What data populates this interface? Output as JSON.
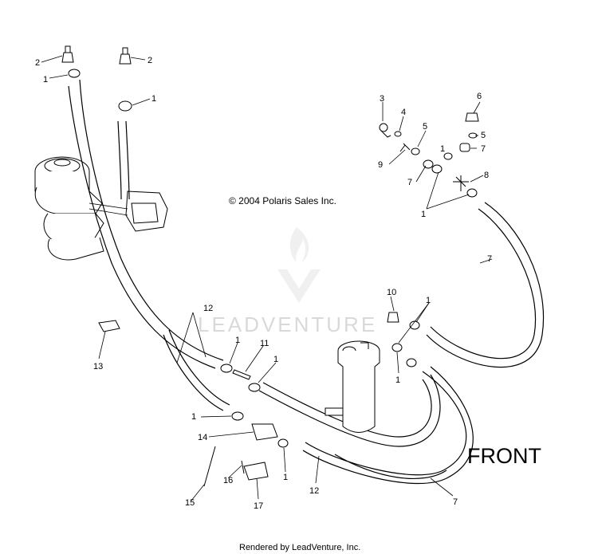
{
  "copyright": "© 2004 Polaris Sales Inc.",
  "watermark": "LEADVENTURE",
  "direction_label": "FRONT",
  "footer": "Rendered by LeadVenture, Inc.",
  "callouts": {
    "c2a": "2",
    "c1a": "1",
    "c2b": "2",
    "c1b": "1",
    "c3": "3",
    "c4": "4",
    "c5a": "5",
    "c6": "6",
    "c5b": "5",
    "c1c": "1",
    "c7a": "7",
    "c9": "9",
    "c7b": "7",
    "c8": "8",
    "c1d": "1",
    "c7c": "7",
    "c12a": "12",
    "c10": "10",
    "c1e": "1",
    "c13": "13",
    "c1f": "1",
    "c11": "11",
    "c1g": "1",
    "c1h": "1",
    "c1i": "1",
    "c14": "14",
    "c1j": "1",
    "c15": "15",
    "c16": "16",
    "c17": "17",
    "c12b": "12",
    "c7d": "7"
  }
}
